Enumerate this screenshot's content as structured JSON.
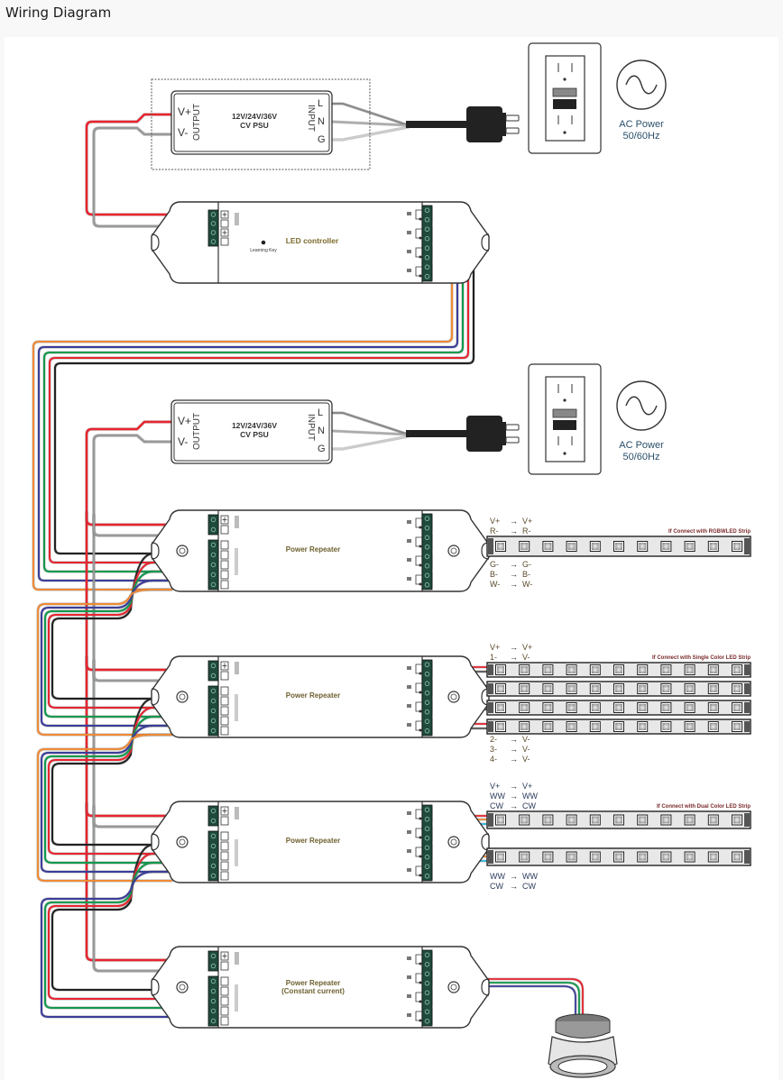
{
  "header": {
    "title": "Wiring Diagram"
  },
  "colors": {
    "red": "#e8252f",
    "gray": "#999999",
    "black": "#222222",
    "green": "#119a4c",
    "blue": "#3b3d9a",
    "orange": "#f08a35",
    "cyan": "#2fb6e0",
    "terminal": "#1f4a3c"
  },
  "psu": {
    "model": "12V/24V/36V",
    "type": "CV PSU",
    "output_label": "OUTPUT",
    "input_label": "INPUT",
    "out_plus": "V+",
    "out_minus": "V-",
    "in_l": "L",
    "in_n": "N",
    "in_g": "G"
  },
  "ac_power": {
    "line1": "AC Power",
    "line2": "50/60Hz"
  },
  "controller": {
    "title": "LED controller",
    "learning_key": "Learning Key"
  },
  "repeaters": [
    {
      "title": "Power Repeater",
      "subtitle": ""
    },
    {
      "title": "Power Repeater",
      "subtitle": ""
    },
    {
      "title": "Power Repeater",
      "subtitle": ""
    },
    {
      "title": "Power Repeater",
      "subtitle": "(Constant current)"
    }
  ],
  "strips": {
    "rgbw": {
      "caption": "If Connect with RGBWLED Strip",
      "top_map": [
        [
          "V+",
          "V+"
        ],
        [
          "R-",
          "R-"
        ]
      ],
      "bottom_map": [
        [
          "G-",
          "G-"
        ],
        [
          "B-",
          "B-"
        ],
        [
          "W-",
          "W-"
        ]
      ]
    },
    "single": {
      "caption": "If Connect with Single Color LED Strip",
      "top_map": [
        [
          "V+",
          "V+"
        ],
        [
          "1-",
          "V-"
        ]
      ],
      "bottom_map": [
        [
          "2-",
          "V-"
        ],
        [
          "3-",
          "V-"
        ],
        [
          "4-",
          "V-"
        ]
      ]
    },
    "dual": {
      "caption": "If Connect with Dual Color LED Strip",
      "top_map": [
        [
          "V+",
          "V+"
        ],
        [
          "WW",
          "WW"
        ],
        [
          "CW",
          "CW"
        ]
      ],
      "bottom_map": [
        [
          "WW",
          "WW"
        ],
        [
          "CW",
          "CW"
        ]
      ]
    }
  },
  "arrow_glyph": "→"
}
